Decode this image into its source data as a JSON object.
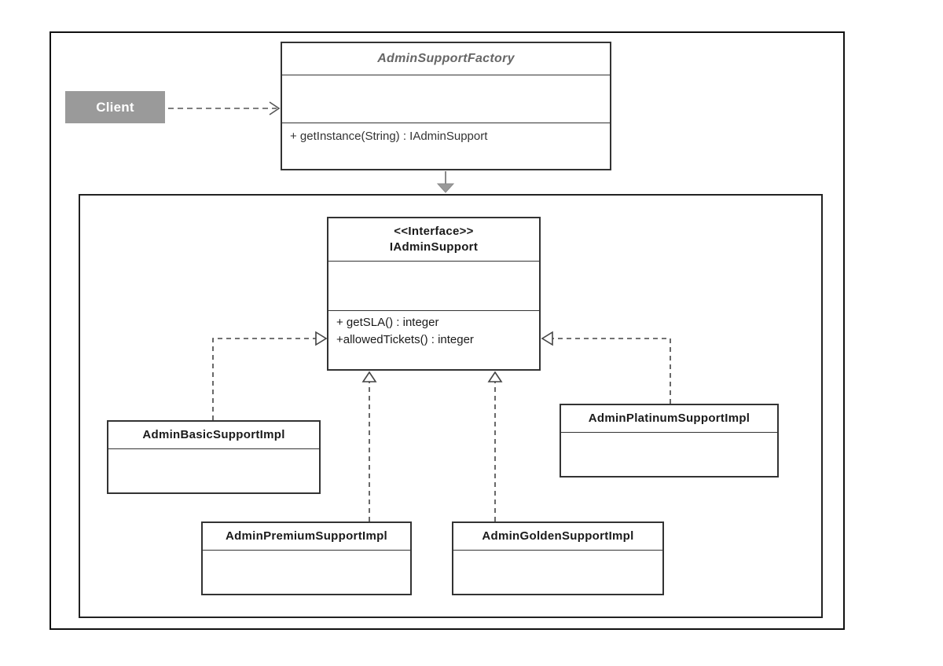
{
  "client": {
    "label": "Client"
  },
  "factory": {
    "name": "AdminSupportFactory",
    "operations": [
      "+ getInstance(String) : IAdminSupport"
    ]
  },
  "interface": {
    "stereotype": "<<Interface>>",
    "name": "IAdminSupport",
    "operations": [
      "+ getSLA() : integer",
      "+allowedTickets() : integer"
    ]
  },
  "implementations": {
    "basic": "AdminBasicSupportImpl",
    "platinum": "AdminPlatinumSupportImpl",
    "premium": "AdminPremiumSupportImpl",
    "golden": "AdminGoldenSupportImpl"
  },
  "colors": {
    "client_fill": "#9a9a9a",
    "arrow_fill": "#9a9a9a",
    "line": "#444444"
  }
}
